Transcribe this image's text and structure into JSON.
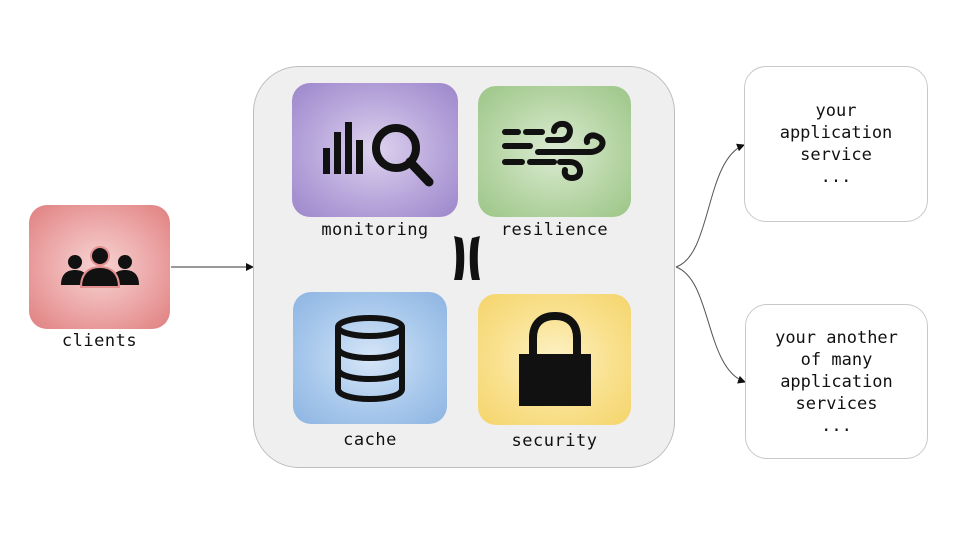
{
  "clients": {
    "label": "clients",
    "icon": "users-group-icon"
  },
  "gateway": {
    "logo": "gateway-logo-icon",
    "features": {
      "monitoring": {
        "label": "monitoring",
        "icon": "bar-chart-search-icon"
      },
      "resilience": {
        "label": "resilience",
        "icon": "wind-icon"
      },
      "cache": {
        "label": "cache",
        "icon": "database-icon"
      },
      "security": {
        "label": "security",
        "icon": "padlock-icon"
      }
    }
  },
  "services": [
    {
      "text": "your\napplication\nservice\n..."
    },
    {
      "text": "your another\nof many\napplication\nservices\n..."
    }
  ],
  "colors": {
    "clients": "#e59090",
    "monitoring": "#b3a2d8",
    "resilience": "#b4d4a2",
    "cache": "#a6c7ea",
    "security": "#f8de86",
    "gateway_bg": "#efefef"
  }
}
